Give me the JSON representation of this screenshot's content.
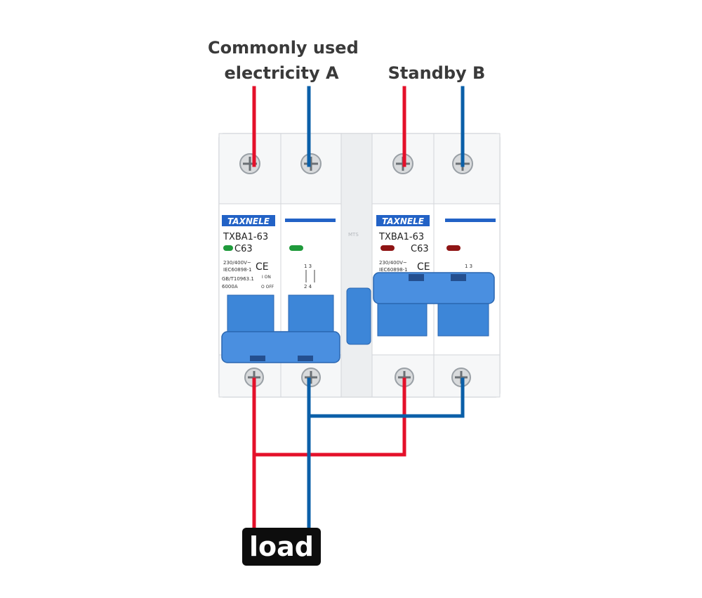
{
  "labels": {
    "supply_a_line1": "Commonly used",
    "supply_a_line2": "electricity A",
    "supply_b": "Standby B",
    "load": "load"
  },
  "device": {
    "brand": "TAXNELE",
    "model": "TXBA1-63",
    "rating": "C63",
    "voltage": "230/400V~",
    "standard1": "IEC60898-1",
    "standard2": "GB/T10963.1",
    "breaking": "6000A",
    "on_label": "I ON",
    "off_label": "O OFF",
    "ce_mark": "CE",
    "module_label": "MTS",
    "terminals_top": "1  3",
    "terminals_bottom": "2  4"
  },
  "colors": {
    "wire_live": "#e4102a",
    "wire_neutral": "#0a5fa8",
    "handle_blue": "#3d86d8",
    "badge_bg": "#0d0d0d",
    "indicator_green": "#1f9a3b",
    "indicator_red": "#8f1515"
  },
  "icons": {
    "terminal_screw": "phillips-screw-icon",
    "indicator": "status-led-icon",
    "switch_symbol": "breaker-contact-icon"
  }
}
